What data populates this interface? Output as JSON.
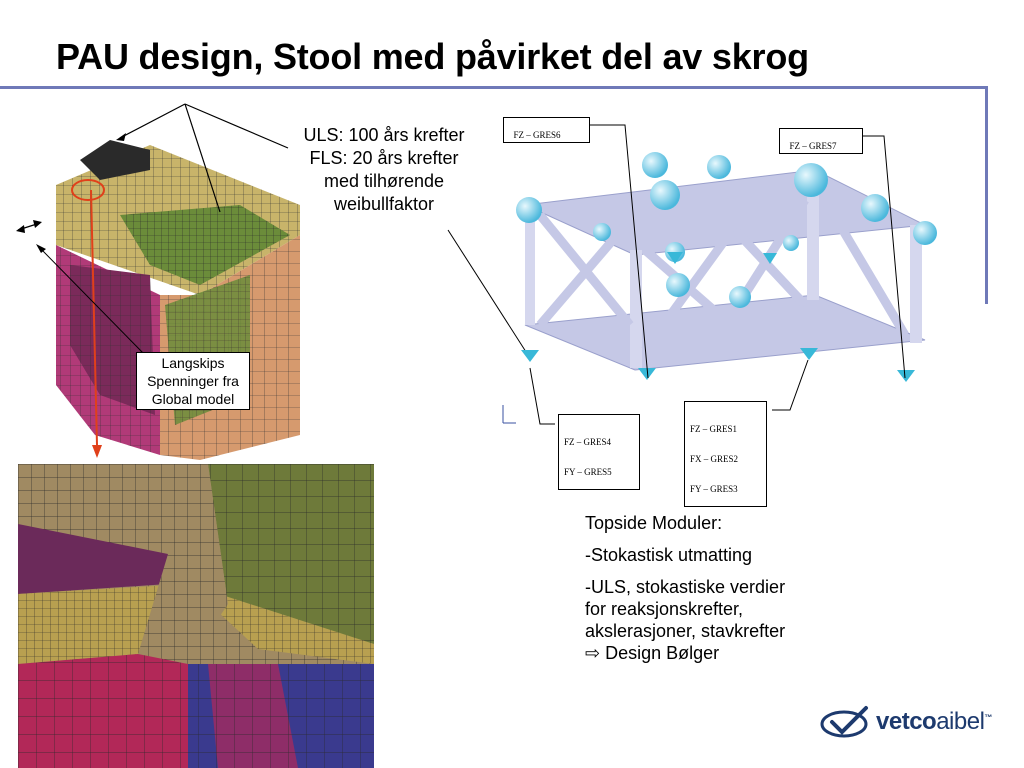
{
  "title": "PAU design, Stool med påvirket del av skrog",
  "callout_loads": [
    "ULS: 100 års krefter",
    "FLS: 20 års krefter",
    "med tilhørende",
    "weibullfaktor"
  ],
  "callout_langskips": [
    "Langskips",
    "Spenninger fra",
    "Global model"
  ],
  "reaction_labels": {
    "gres6": "FZ – GRES6",
    "gres7": "FZ – GRES7",
    "gres4_5": [
      "FZ – GRES4",
      "FY – GRES5"
    ],
    "gres1_3": [
      "FZ – GRES1",
      "FX – GRES2",
      "FY – GRES3"
    ]
  },
  "topside": {
    "heading": "Topside Moduler:",
    "item1": "-Stokastisk utmatting",
    "item2_lines": [
      "-ULS, stokastiske verdier",
      "for reaksjonskrefter,",
      "akslerasjoner, stavkrefter"
    ],
    "arrow_icon": "arrow-right-icon",
    "item3": "Design Bølger"
  },
  "logo": {
    "part1": "vetco",
    "part2": "aibel",
    "mark": "™"
  },
  "colors": {
    "accent_rule": "#6f79b8",
    "red_arrow": "#e0401a",
    "logo_blue": "#1d3a6e",
    "sphere": "#8fd6ee"
  }
}
